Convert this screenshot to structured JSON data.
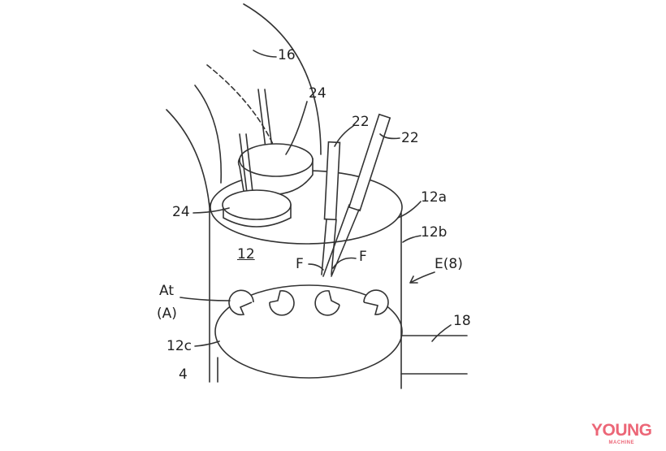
{
  "labels": {
    "l16": "16",
    "l24_top": "24",
    "l22_left": "22",
    "l22_right": "22",
    "l24_left": "24",
    "l12a": "12a",
    "l12b": "12b",
    "l12": "12",
    "lF_left": "F",
    "lF_right": "F",
    "lE8": "E(8)",
    "lAt": "At",
    "lA": "(A)",
    "l18": "18",
    "l12c": "12c",
    "l4": "4"
  },
  "logo": {
    "main": "YOUNG",
    "sub": "MACHINE"
  },
  "colors": {
    "line": "#333333",
    "logo": "#ec6677"
  }
}
